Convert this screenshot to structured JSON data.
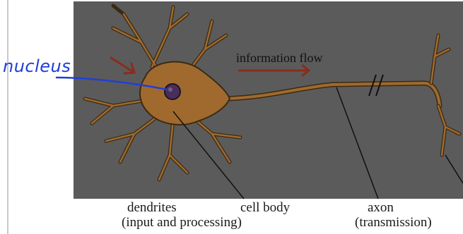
{
  "annotation": {
    "text": "nucleus",
    "color": "#1f3fd8"
  },
  "diagram": {
    "flow_label": "information flow",
    "labels": {
      "dendrites": "dendrites",
      "dendrites_sub": "(input and processing)",
      "cell_body": "cell body",
      "axon": "axon",
      "axon_sub": "(transmission)"
    },
    "colors": {
      "background_panel": "#5b5b5b",
      "cell_fill": "#a06a2e",
      "cell_outline": "#3a2a12",
      "nucleus": "#4a2e5a",
      "arrow": "#8a2c1c"
    }
  }
}
